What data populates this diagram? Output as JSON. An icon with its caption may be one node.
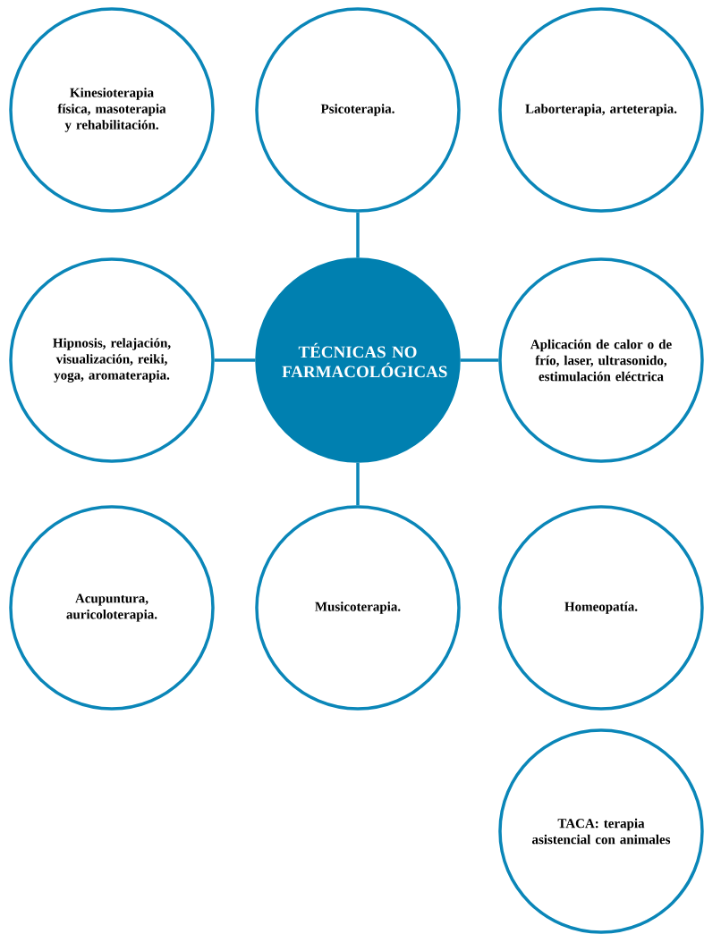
{
  "diagram": {
    "nodes": [
      {
        "text": [
          "Kinesioterapia física, masoterapia y rehabilitación."
        ]
      },
      {
        "text": [
          "Psicoterapia."
        ]
      },
      {
        "text": [
          "Laborterapia, arteterapia."
        ]
      },
      {
        "text": [
          "Hipnosis, relajación, visualización, reiki, yoga, aromaterapia."
        ]
      },
      {
        "text": [
          "TÉCNICAS NO FARMACOLÓGICAS"
        ]
      },
      {
        "text": [
          "Aplicación de calor o de frío, laser, ultrasonido, estimulación eléctrica"
        ]
      },
      {
        "text": [
          "Acupuntura, auricoloterapia."
        ]
      },
      {
        "text": [
          "Musicoterapia."
        ]
      },
      {
        "text": [
          "Homeopatía."
        ]
      },
      {
        "text": [
          "TACA: terapia asistencial con animales"
        ]
      }
    ],
    "edges": [
      {
        "from": 4,
        "to": 1,
        "arrow": "none"
      },
      {
        "from": 4,
        "to": 3,
        "arrow": "none"
      },
      {
        "from": 4,
        "to": 5,
        "arrow": "none"
      },
      {
        "from": 4,
        "to": 7,
        "arrow": "none"
      }
    ]
  }
}
